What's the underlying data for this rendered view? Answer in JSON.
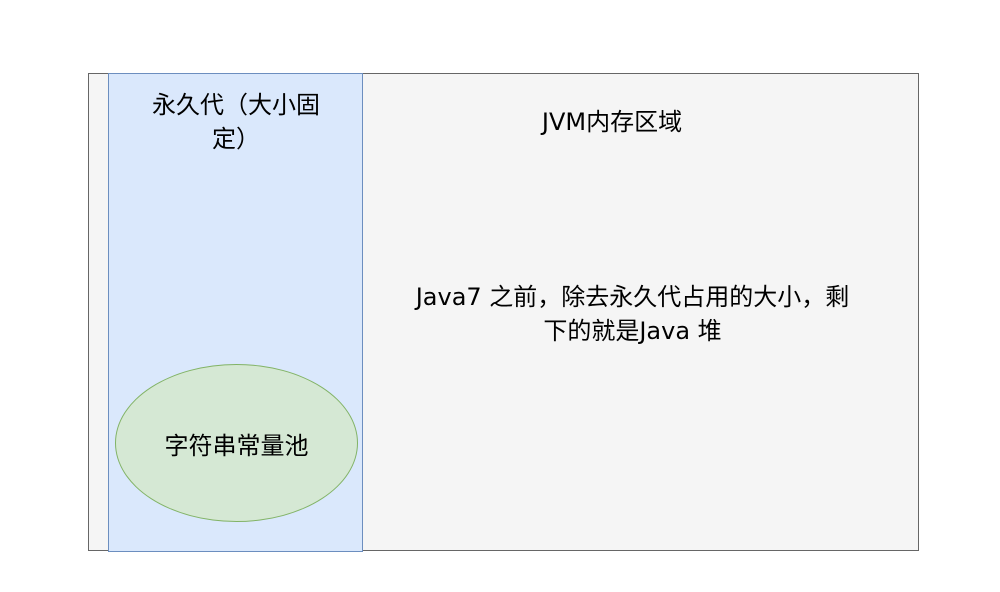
{
  "diagram": {
    "jvm_region_title": "JVM内存区域",
    "perm_gen_label": "永久代（大小固定）",
    "heap_description": "Java7 之前，除去永久代占用的大小，剩下的就是Java 堆",
    "string_pool_label": "字符串常量池"
  },
  "colors": {
    "outer_fill": "#f5f5f5",
    "perm_fill": "#dae8fc",
    "pool_fill": "#d5e8d4"
  }
}
